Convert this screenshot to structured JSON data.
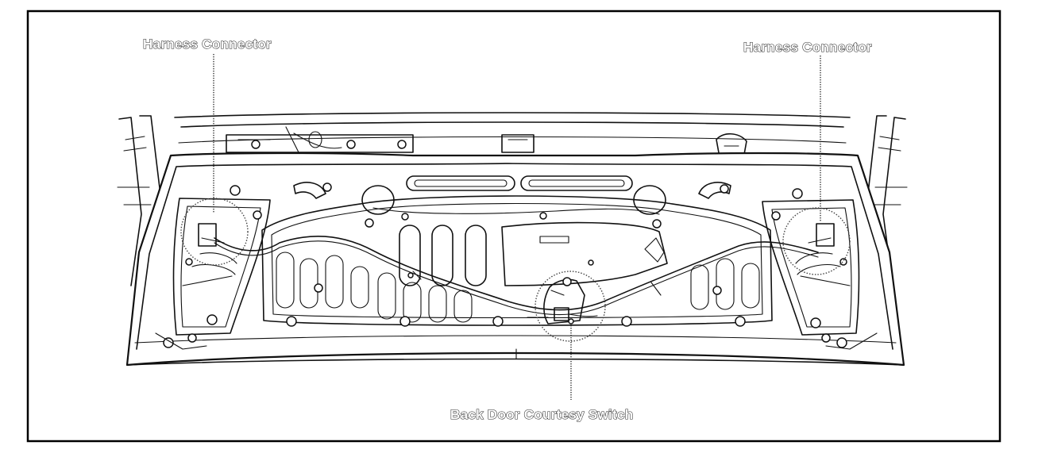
{
  "labels": {
    "harness_connector_left": "Harness Connector",
    "harness_connector_right": "Harness Connector",
    "back_door_courtesy_switch": "Back Door Courtesy Switch"
  },
  "colors": {
    "line": "#111111",
    "background": "#ffffff",
    "frame": "#000000"
  }
}
